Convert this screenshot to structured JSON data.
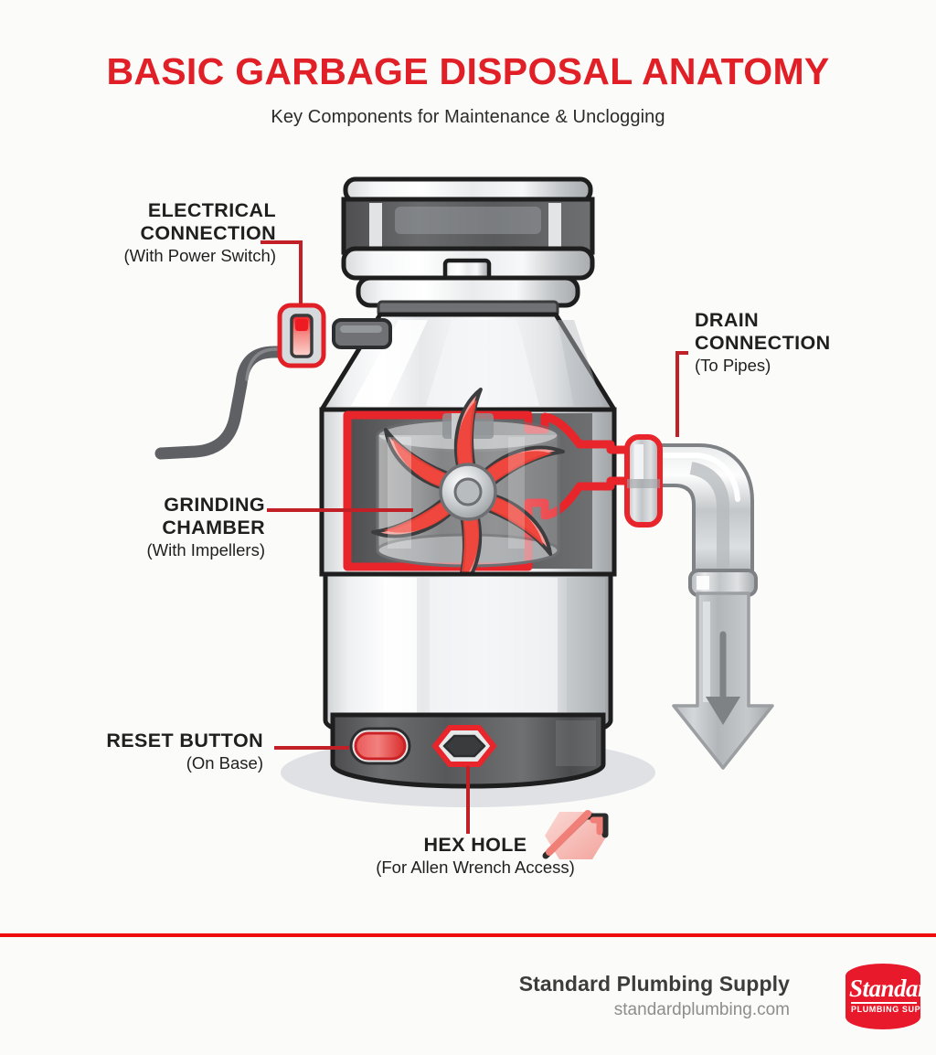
{
  "header": {
    "title": "BASIC GARBAGE DISPOSAL ANATOMY",
    "subtitle": "Key Components for Maintenance & Unclogging"
  },
  "callouts": [
    {
      "id": "electrical",
      "heading_line1": "ELECTRICAL",
      "heading_line2": "CONNECTION",
      "sub": "(With Power Switch)",
      "align": "right"
    },
    {
      "id": "drain",
      "heading_line1": "DRAIN",
      "heading_line2": "CONNECTION",
      "sub": "(To Pipes)",
      "align": "left"
    },
    {
      "id": "grinding",
      "heading_line1": "GRINDING",
      "heading_line2": "CHAMBER",
      "sub": "(With Impellers)",
      "align": "right"
    },
    {
      "id": "reset",
      "heading_line1": "RESET BUTTON",
      "heading_line2": "",
      "sub": "(On Base)",
      "align": "right"
    },
    {
      "id": "hex",
      "heading_line1": "HEX HOLE",
      "heading_line2": "",
      "sub": "(For Allen Wrench Access)",
      "align": "center"
    }
  ],
  "footer": {
    "brand": "Standard Plumbing Supply",
    "website": "standardplumbing.com",
    "logo_script": "Standard",
    "logo_tagline": "PLUMBING SUPPLY"
  },
  "colors": {
    "accent_red": "#e01f26",
    "divider_red": "#ef0c0c",
    "highlight_red": "#e8252b",
    "ink": "#1f1f1f",
    "outline": "#2b2b2b",
    "metal_light": "#f2f3f4",
    "metal_mid": "#c9ccce",
    "metal_dark": "#8f9396",
    "chamber_dark": "#58585a",
    "background": "#fbfbfa",
    "impeller_pink": "#f7b3ae",
    "impeller_red": "#ef4036"
  },
  "diagram": {
    "parts": [
      "sink-flange-mount",
      "hopper-taper",
      "power-switch-box",
      "power-cable",
      "grinding-chamber-cutaway",
      "impeller-wheel",
      "drain-outlet-flange",
      "drain-elbow-pipe",
      "flow-arrow-down",
      "lower-body",
      "base-band",
      "reset-button",
      "hex-socket",
      "allen-wrench-icon",
      "floor-shadow"
    ]
  }
}
